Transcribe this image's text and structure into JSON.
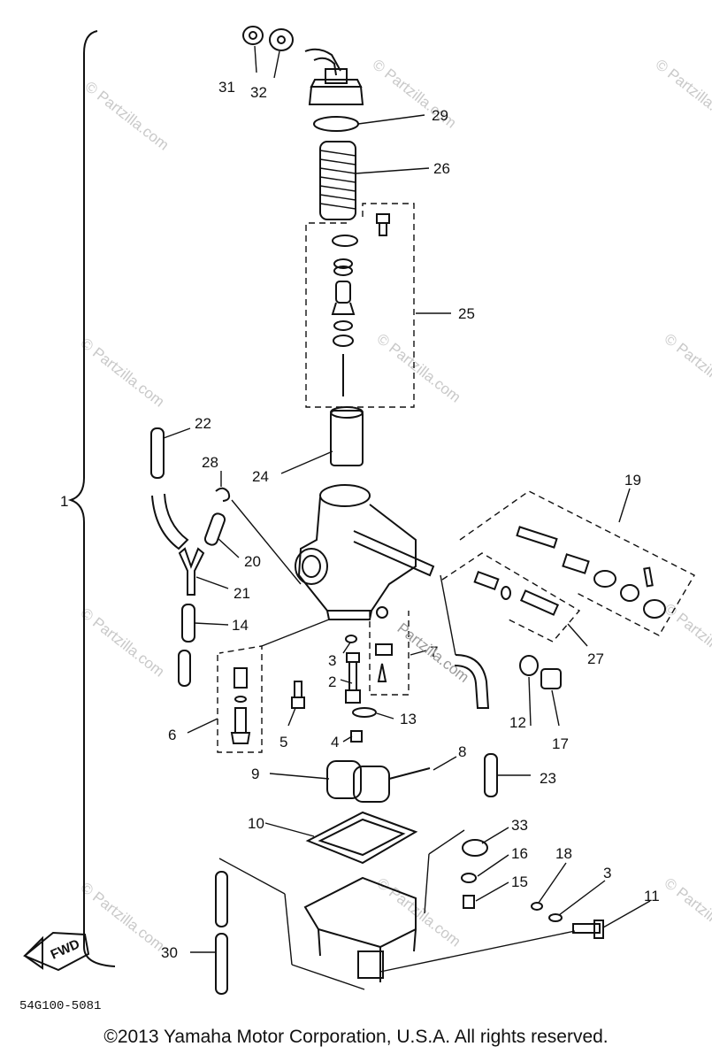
{
  "labels": {
    "l1": "1",
    "l2": "2",
    "l3a": "3",
    "l3b": "3",
    "l4": "4",
    "l5": "5",
    "l6": "6",
    "l7": "7",
    "l8": "8",
    "l9": "9",
    "l10": "10",
    "l11": "11",
    "l12": "12",
    "l13": "13",
    "l14": "14",
    "l15": "15",
    "l16": "16",
    "l17": "17",
    "l18": "18",
    "l19": "19",
    "l20": "20",
    "l21": "21",
    "l22": "22",
    "l23": "23",
    "l24": "24",
    "l25": "25",
    "l26": "26",
    "l27": "27",
    "l28": "28",
    "l29": "29",
    "l30": "30",
    "l31": "31",
    "l32": "32",
    "l33": "33"
  },
  "fwd_label": "FWD",
  "diagram_code": "54G100-5081",
  "watermark": "© Partzilla.com",
  "center_watermark": "Partzilla.com",
  "copyright": "©2013  Yamaha Motor Corporation, U.S.A. All rights reserved."
}
